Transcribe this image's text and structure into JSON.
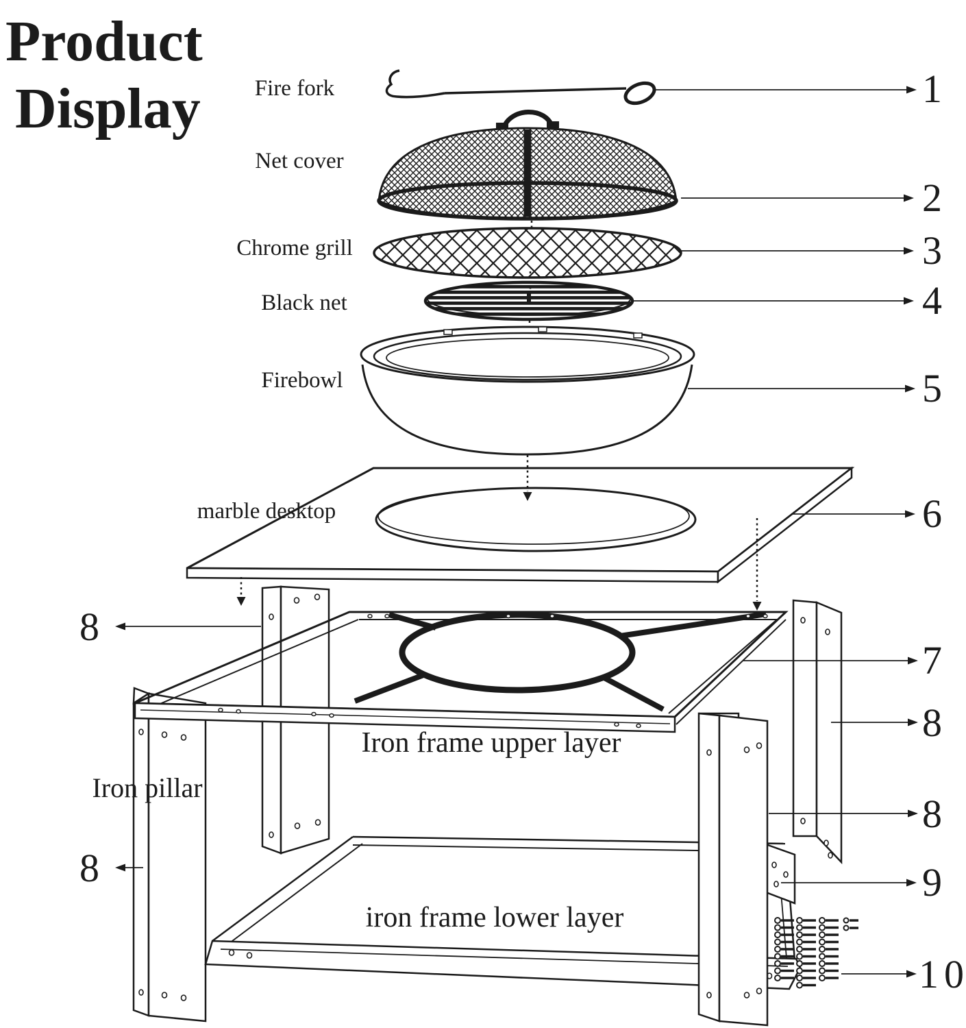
{
  "title": {
    "line1": "Product",
    "line2": "Display"
  },
  "labels": {
    "fire_fork": "Fire fork",
    "net_cover": "Net cover",
    "chrome_grill": "Chrome grill",
    "black_net": "Black net",
    "firebowl": "Firebowl",
    "marble_desktop": "marble desktop",
    "iron_pillar": "Iron pillar",
    "iron_frame_upper": "Iron frame upper layer",
    "iron_frame_lower": "iron frame lower layer"
  },
  "callouts": {
    "c1": "1",
    "c2": "2",
    "c3": "3",
    "c4": "4",
    "c5": "5",
    "c6": "6",
    "c7": "7",
    "c8_right_top": "8",
    "c8_right_bottom": "8",
    "c8_left_top": "8",
    "c8_left_bottom": "8",
    "c9": "9",
    "c10": "10"
  },
  "colors": {
    "ink": "#1b1b1b",
    "background": "#ffffff"
  }
}
